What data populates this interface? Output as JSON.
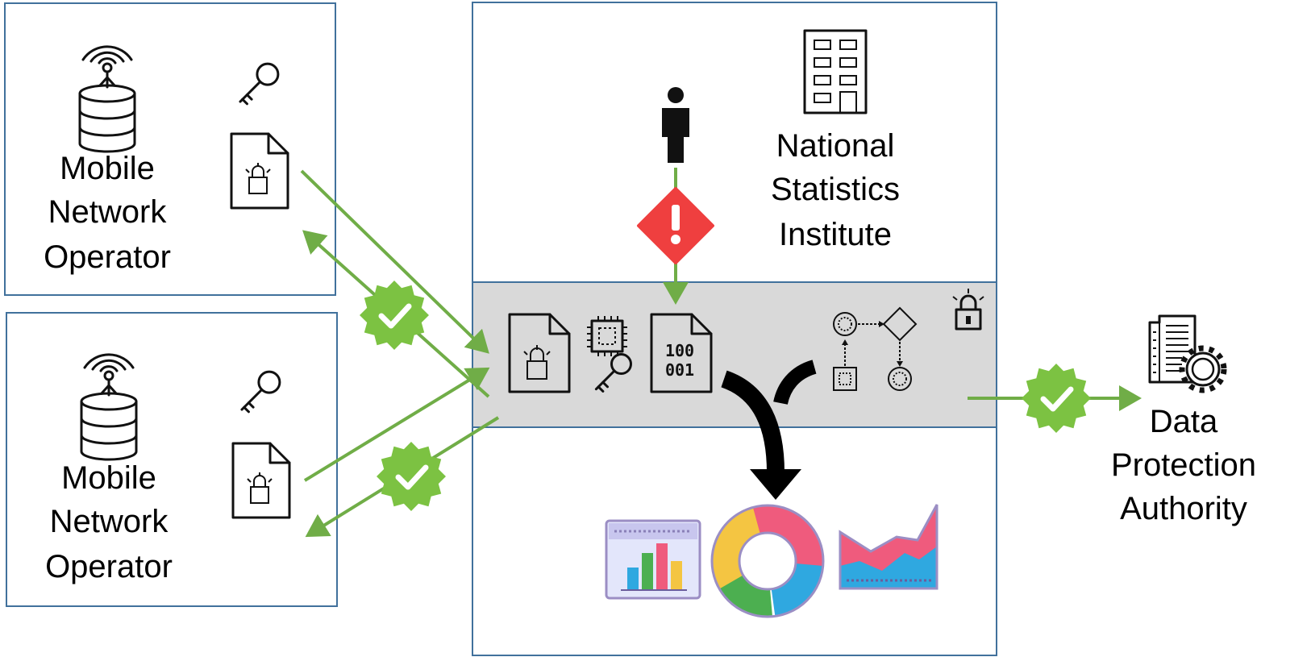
{
  "colors": {
    "box_border": "#41719c",
    "enclave_fill": "#d9d9d9",
    "arrow": "#70ad47",
    "check_badge": "#7cc242",
    "warning": "#ef3f3f",
    "chart_pink": "#ef5b7d",
    "chart_blue": "#2fa8e0",
    "chart_green": "#4caf50",
    "chart_yellow": "#f4c542",
    "chart_frame": "#9b8ec4"
  },
  "operator_top": {
    "label_lines": [
      "Mobile",
      "Network",
      "Operator"
    ],
    "icons": [
      "antenna-database-icon",
      "key-icon",
      "encrypted-file-icon"
    ]
  },
  "operator_bottom": {
    "label_lines": [
      "Mobile",
      "Network",
      "Operator"
    ],
    "icons": [
      "antenna-database-icon",
      "key-icon",
      "encrypted-file-icon"
    ]
  },
  "nsi": {
    "label_lines": [
      "National",
      "Statistics",
      "Institute"
    ],
    "icons": [
      "office-building-icon",
      "person-icon",
      "warning-diamond-icon"
    ]
  },
  "enclave": {
    "icons": [
      "encrypted-file-icon",
      "cpu-chip-icon",
      "key-icon",
      "binary-file-icon",
      "workflow-icon",
      "lock-icon",
      "merge-arrow-icon"
    ]
  },
  "outputs": {
    "icons": [
      "bar-chart-icon",
      "donut-chart-icon",
      "area-chart-icon"
    ]
  },
  "dpa": {
    "label_lines": [
      "Data",
      "Protection",
      "Authority"
    ],
    "icons": [
      "gear-building-icon"
    ]
  },
  "connections": [
    {
      "from": "operator_top",
      "to": "enclave",
      "verified": true
    },
    {
      "from": "operator_bottom",
      "to": "enclave",
      "verified": true
    },
    {
      "from": "enclave",
      "to": "dpa",
      "verified": true
    },
    {
      "from": "nsi",
      "to": "enclave",
      "verified": false
    }
  ]
}
